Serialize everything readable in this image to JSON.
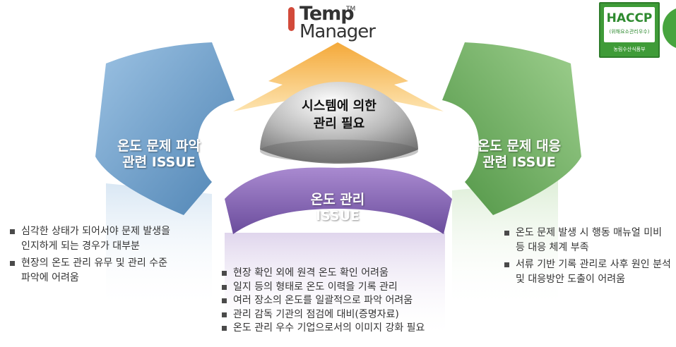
{
  "logo": {
    "line1": "Temp",
    "tm": "TM",
    "line2": "Manager"
  },
  "badge": {
    "title": "HACCP",
    "subtitle": "(위해요소관리우수)",
    "ministry": "농림수산식품부"
  },
  "center": {
    "line1": "시스템에 의한",
    "line2": "관리 필요"
  },
  "segments": {
    "left": {
      "line1": "온도 문제 파악",
      "line2": "관련 ISSUE",
      "color": "#6f9cc4"
    },
    "middle": {
      "line1": "온도 관리",
      "line2": "ISSUE",
      "color": "#8f6dbb"
    },
    "right": {
      "line1": "온도 문제 대응",
      "line2": "관련 ISSUE",
      "color": "#6faf62"
    },
    "arrow_color": "#f6b54a",
    "dome_color": "#a9a9a9"
  },
  "lists": {
    "left": [
      "심각한 상태가 되어서야 문제 발생을 인지하게 되는 경우가 대부분",
      "현장의 온도 관리 유무 및 관리 수준 파악에 어려움"
    ],
    "middle": [
      "현장 확인 외에 원격 온도 확인 어려움",
      "일지 등의 형태로 온도 이력을 기록 관리",
      "여러 장소의 온도를 일괄적으로 파악 어려움",
      "관리 감독 기관의 점검에 대비(증명자료)",
      "온도 관리 우수 기업으로서의 이미지 강화 필요"
    ],
    "right": [
      "온도 문제 발생 시 행동 매뉴얼 미비 등 대응 체계 부족",
      "서류 기반 기록 관리로 사후 원인 분석 및 대응방안 도출이 어려움"
    ]
  }
}
